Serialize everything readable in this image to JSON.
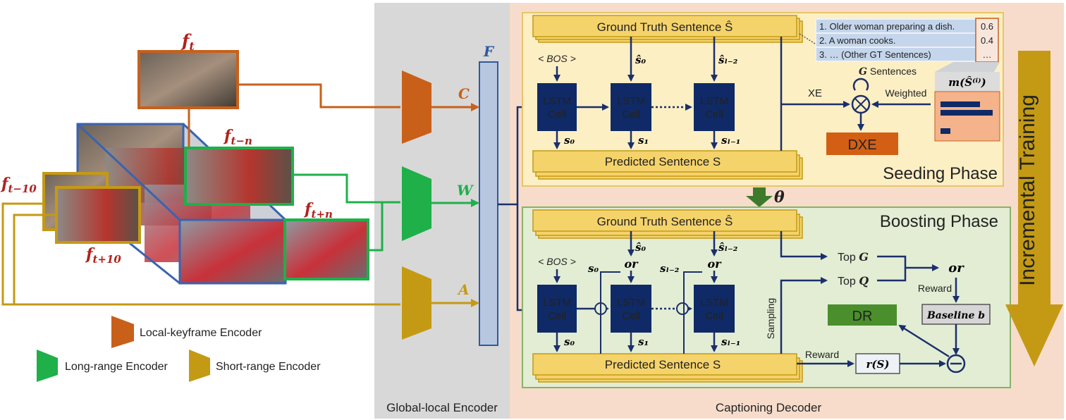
{
  "sections": {
    "global_local_encoder": "Global-local Encoder",
    "captioning_decoder": "Captioning Decoder",
    "seeding_phase": "Seeding Phase",
    "boosting_phase": "Boosting Phase",
    "incremental_training": "Incremental Training"
  },
  "frames": {
    "ft": "f",
    "ft_sub": "t",
    "ft_minus_n": "f",
    "ft_minus_n_sub": "t−n",
    "ft_plus_n": "f",
    "ft_plus_n_sub": "t+n",
    "ft_minus_10": "f",
    "ft_minus_10_sub": "t−10",
    "ft_plus_10": "f",
    "ft_plus_10_sub": "t+10"
  },
  "encoders": {
    "c_label": "C",
    "w_label": "W",
    "a_label": "A",
    "f_label": "F",
    "legend_local": "Local-keyframe Encoder",
    "legend_long": "Long-range Encoder",
    "legend_short": "Short-range Encoder",
    "colors": {
      "local": "#c8601a",
      "long": "#1fb04a",
      "short": "#c49a14",
      "feature": "#b8c7e0"
    }
  },
  "seeding": {
    "gt_sentence": "Ground Truth Sentence Ŝ",
    "pred_sentence": "Predicted Sentence S",
    "bos": "< BOS >",
    "s_hat_0": "ŝ₀",
    "s_hat_l2": "ŝₗ₋₂",
    "s0": "s₀",
    "s1": "s₁",
    "sl1": "sₗ₋₁",
    "lstm_line1": "LSTM",
    "lstm_line2": "Cell",
    "xe": "XE",
    "g_sentences": "G Sentences",
    "weighted": "Weighted",
    "m_label": "m(Ŝ⁽ⁱ⁾)",
    "dxe": "DXE",
    "gt_list": [
      {
        "text": "1. Older woman preparing a dish.",
        "score": "0.6"
      },
      {
        "text": "2. A woman cooks.",
        "score": "0.4"
      },
      {
        "text": "3. … (Other GT Sentences)",
        "score": "…"
      }
    ],
    "theta": "θ"
  },
  "boosting": {
    "gt_sentence": "Ground Truth Sentence Ŝ",
    "pred_sentence": "Predicted Sentence S",
    "bos": "< BOS >",
    "s_hat_0": "ŝ₀",
    "s_hat_l2": "ŝₗ₋₂",
    "or": "or",
    "s0_side": "s₀",
    "sl2_side": "sₗ₋₂",
    "s0": "s₀",
    "s1": "s₁",
    "sl1": "sₗ₋₁",
    "top_g": "Top G",
    "top_q": "Top Q",
    "or_out": "or",
    "reward": "Reward",
    "reward2": "Reward",
    "sampling": "Sampling",
    "dr": "DR",
    "baseline": "Baseline b",
    "r_s": "r(S)"
  }
}
